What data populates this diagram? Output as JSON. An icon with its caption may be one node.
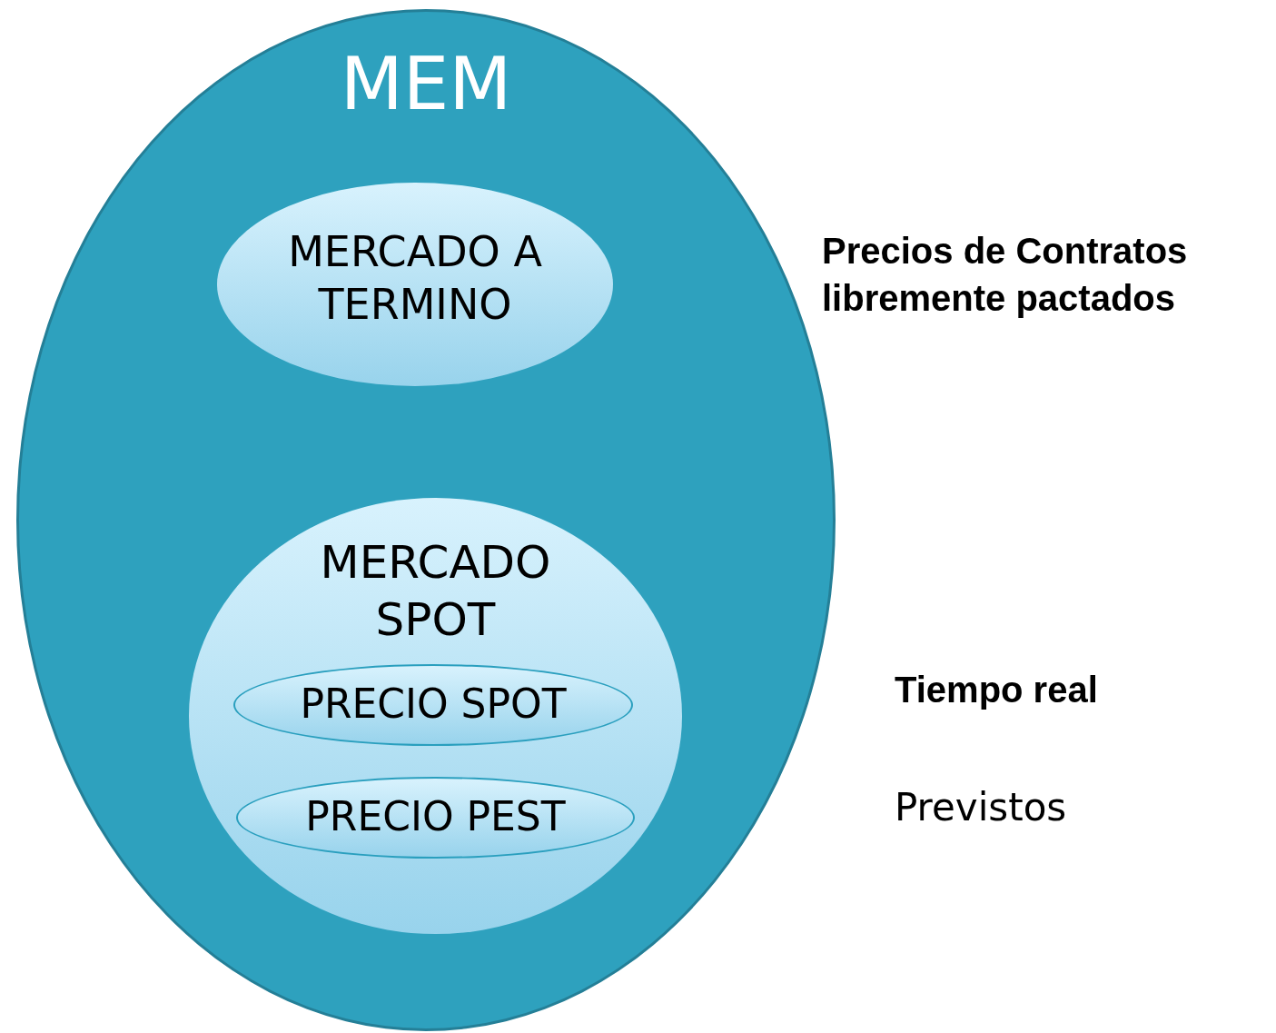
{
  "diagram": {
    "nodes": [
      {
        "text": [
          "MEM"
        ]
      },
      {
        "text": [
          "MERCADO A TERMINO"
        ],
        "in": 0
      },
      {
        "text": [
          "MERCADO SPOT"
        ],
        "in": 0
      },
      {
        "text": [
          "PRECIO SPOT"
        ],
        "in": 2
      },
      {
        "text": [
          "PRECIO PEST"
        ],
        "in": 2
      }
    ],
    "labels": [
      "Precios de Contratos libremente pactados",
      "Tiempo real",
      "Previstos"
    ]
  }
}
